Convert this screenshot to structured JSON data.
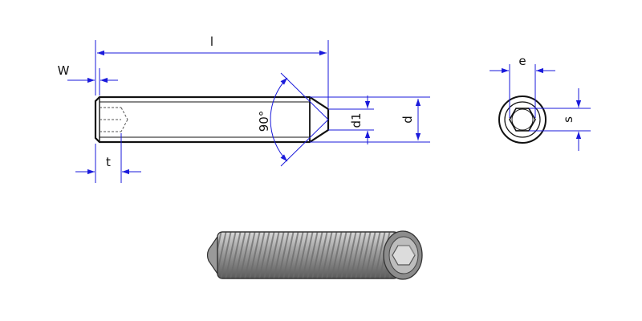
{
  "labels": {
    "length": "l",
    "chamfer_width": "W",
    "socket_depth": "t",
    "point_angle": "90°",
    "point_diameter": "d1",
    "thread_diameter": "d",
    "hex_across_corners": "e",
    "hex_across_flats": "s"
  },
  "colors": {
    "dimension": "#1a1adb",
    "outline": "#111111",
    "thread_body": "#9a9a9a",
    "thread_groove": "#6e6e6e"
  }
}
